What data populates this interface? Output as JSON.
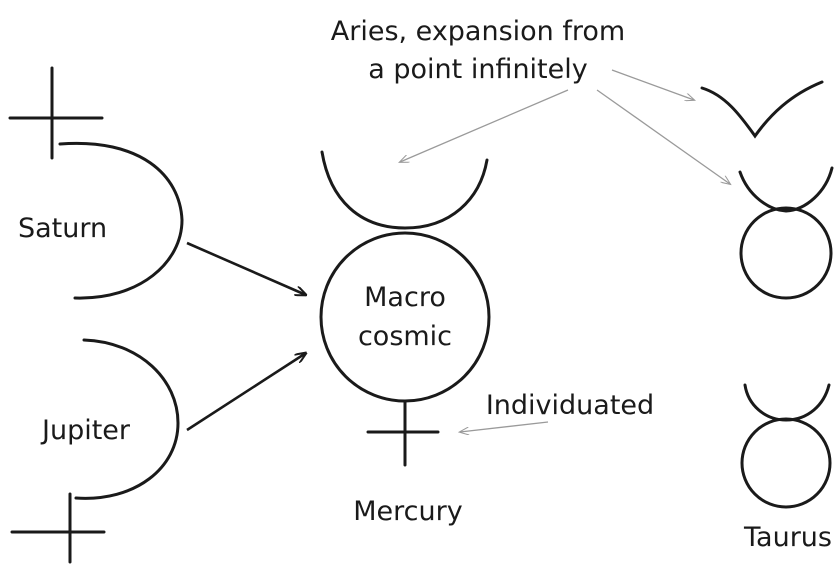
{
  "labels": {
    "aries_line1": "Aries, expansion from",
    "aries_line2": "a point infinitely",
    "saturn": "Saturn",
    "jupiter": "Jupiter",
    "macro_line1": "Macro",
    "macro_line2": "cosmic",
    "individuated": "Individuated",
    "mercury": "Mercury",
    "taurus": "Taurus"
  }
}
